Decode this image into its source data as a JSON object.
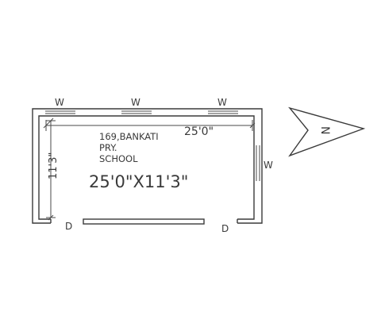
{
  "plan": {
    "name_lines": [
      "169,BANKATI",
      "PRY.",
      "SCHOOL"
    ],
    "room_size": "25'0\"X11'3\"",
    "dim_width": "25'0\"",
    "dim_height": "11'3\"",
    "window_label": "W",
    "door_label": "D",
    "north_label": "N"
  }
}
